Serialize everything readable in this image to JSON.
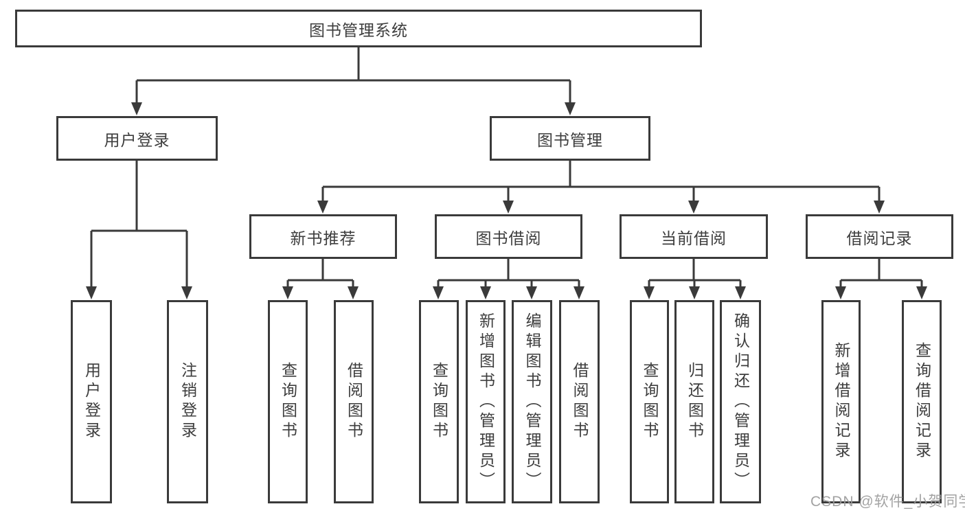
{
  "colors": {
    "line": "#3a3a3a",
    "text": "#3d3d3d",
    "watermark": "#9b9b9b",
    "background": "#ffffff"
  },
  "tree": {
    "root": {
      "label": "图书管理系统"
    },
    "branches": [
      {
        "label": "用户登录",
        "children": [
          {
            "label": "用户登录"
          },
          {
            "label": "注销登录"
          }
        ]
      },
      {
        "label": "图书管理",
        "children": [
          {
            "label": "新书推荐",
            "children": [
              {
                "label": "查询图书"
              },
              {
                "label": "借阅图书"
              }
            ]
          },
          {
            "label": "图书借阅",
            "children": [
              {
                "label": "查询图书"
              },
              {
                "label": "新增图书（管理员）"
              },
              {
                "label": "编辑图书（管理员）"
              },
              {
                "label": "借阅图书"
              }
            ]
          },
          {
            "label": "当前借阅",
            "children": [
              {
                "label": "查询图书"
              },
              {
                "label": "归还图书"
              },
              {
                "label": "确认归还（管理员）"
              }
            ]
          },
          {
            "label": "借阅记录",
            "children": [
              {
                "label": "新增借阅记录"
              },
              {
                "label": "查询借阅记录"
              }
            ]
          }
        ]
      }
    ]
  },
  "watermark": {
    "text": "CSDN @软件_小贺同学"
  }
}
